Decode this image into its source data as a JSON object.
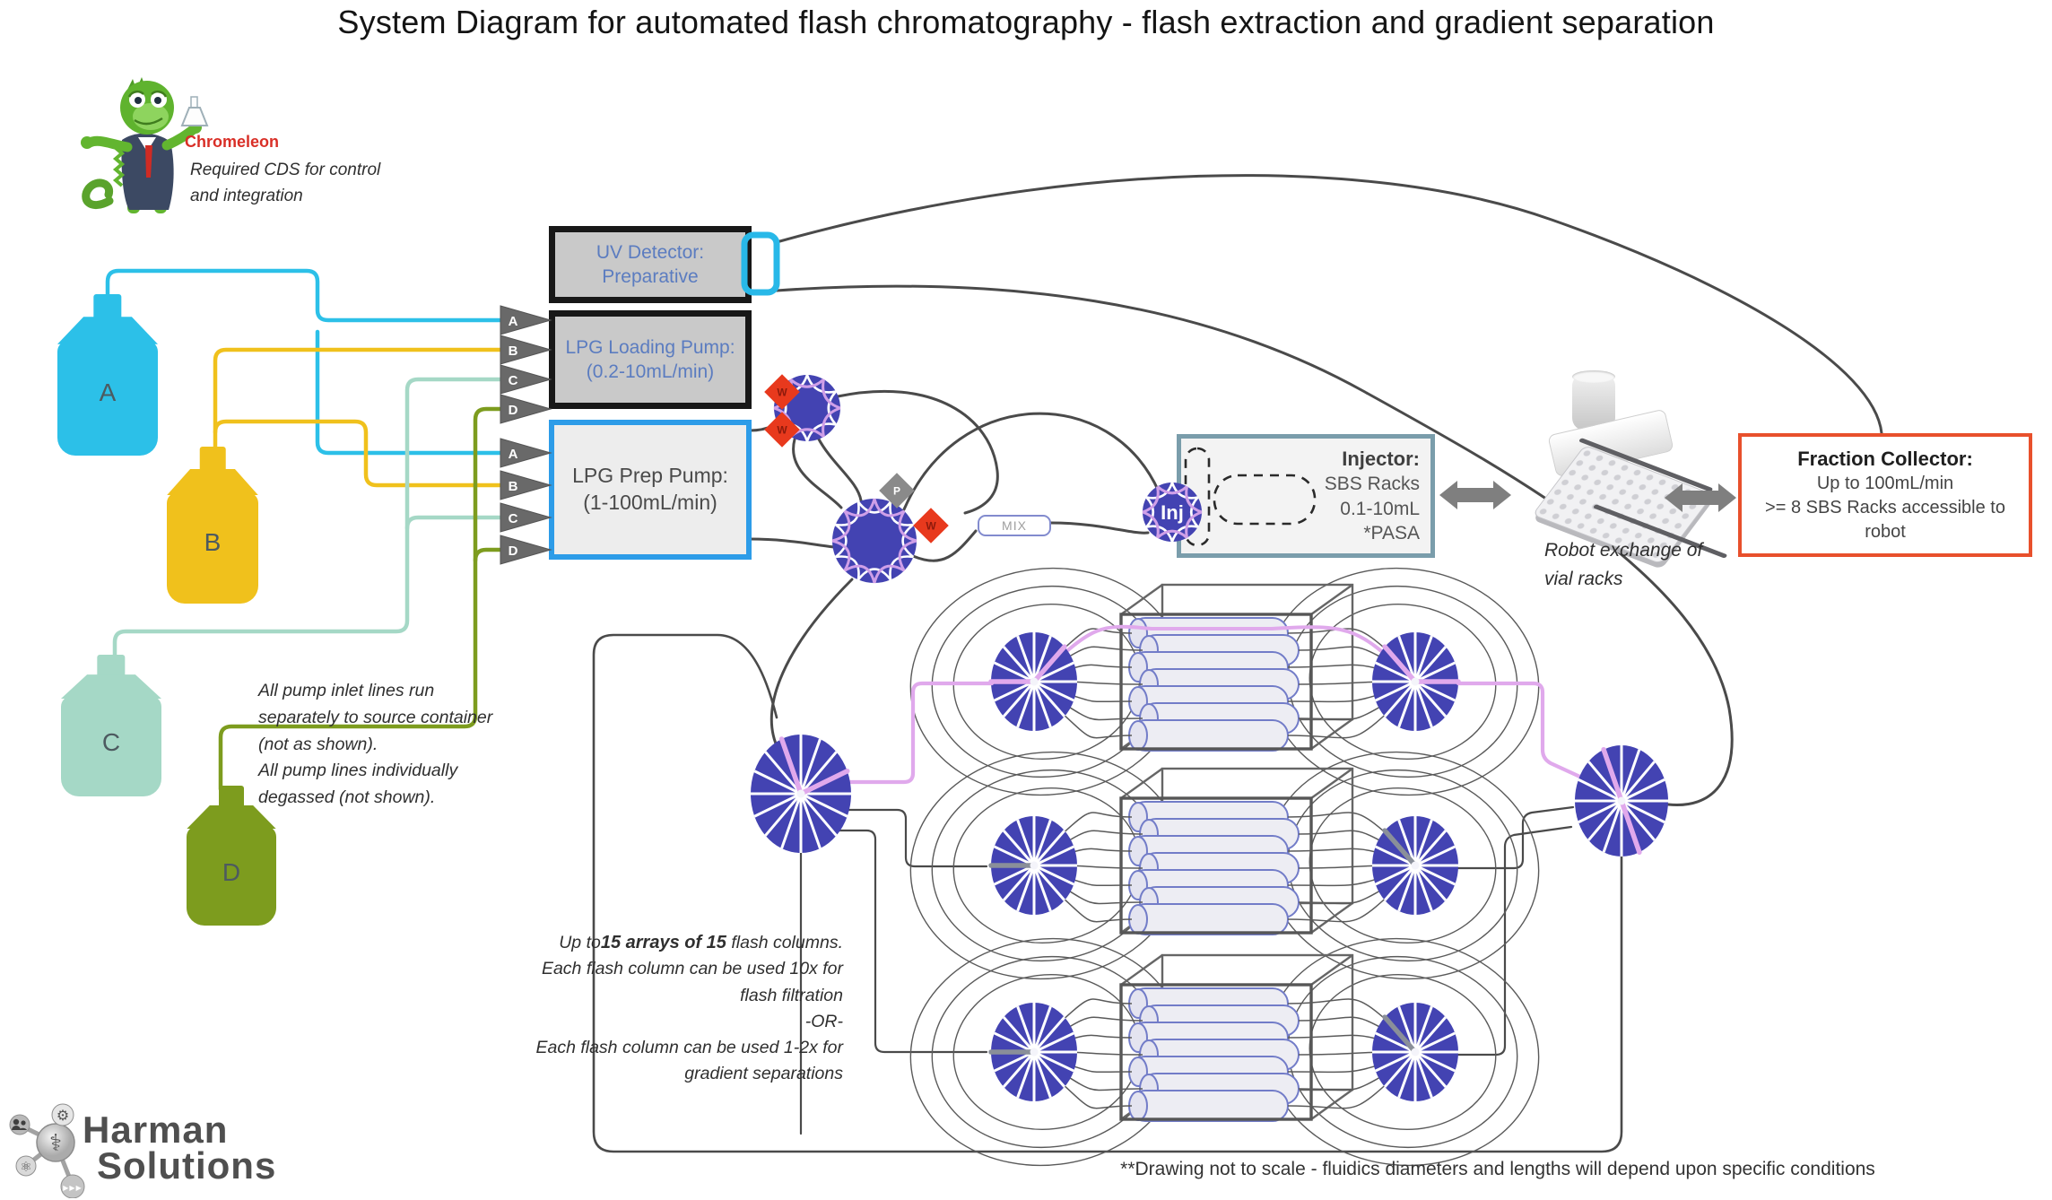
{
  "title": "System Diagram for automated flash chromatography - flash extraction and gradient separation",
  "chromeleon": {
    "brand": "Chromeleon",
    "note": [
      "Required CDS for control",
      "and integration"
    ]
  },
  "bottles": [
    {
      "label": "A",
      "color": "#2cc0e8"
    },
    {
      "label": "B",
      "color": "#f0c11c"
    },
    {
      "label": "C",
      "color": "#a5d8c6"
    },
    {
      "label": "D",
      "color": "#7d9c1e"
    }
  ],
  "inlet_letters": [
    "A",
    "B",
    "C",
    "D"
  ],
  "devices": {
    "uv": {
      "lines": [
        "UV Detector:",
        "Preparative"
      ]
    },
    "loading_pump": {
      "lines": [
        "LPG Loading Pump:",
        "(0.2-10mL/min)"
      ]
    },
    "prep_pump": {
      "lines": [
        "LPG Prep Pump:",
        "(1-100mL/min)"
      ]
    },
    "mix": "MIX",
    "injector": {
      "title": "Injector:",
      "lines": [
        "SBS Racks",
        "0.1-10mL",
        "*PASA"
      ]
    },
    "fraction_collector": {
      "title": "Fraction Collector:",
      "lines": [
        "Up to 100mL/min",
        ">= 8 SBS Racks accessible to robot"
      ]
    },
    "inj_valve": "Inj",
    "waste": "W",
    "pump_marker": "P"
  },
  "annotations": {
    "pump_note": [
      "All pump inlet lines run",
      "separately to source container",
      "(not as shown).",
      "All pump lines individually",
      "degassed (not shown)."
    ],
    "array_note": {
      "pre": "Up to",
      "bold": "15 arrays of 15",
      "post": " flash columns."
    },
    "array_note_lines": [
      "Each flash column can be used 10x for",
      "flash filtration",
      "-OR-",
      "Each flash column can be used 1-2x for",
      "gradient separations"
    ],
    "robot_note": [
      "Robot exchange of",
      "vial racks"
    ],
    "disclaimer": "**Drawing not to scale - fluidics diameters and lengths will depend upon specific conditions"
  },
  "logo": {
    "line1": "Harman",
    "line2": "Solutions"
  },
  "colors": {
    "tube": "#4a4a4a",
    "thin": "#5a5a5a",
    "pink_path": "#e0a9ec",
    "lavender": "#cf9fe8",
    "valve_blue": "#4343b2",
    "waste_red": "#e8391d",
    "marker_gray": "#8a8a8a",
    "inlet_arrow": "#696969",
    "flow_cell_cyan": "#28b8e8",
    "box_border_dark": "#181818",
    "box_gray": "#c9c9c9",
    "pump_text_blue": "#5b7cc0",
    "prep_border": "#2d9ce8",
    "injector_border": "#7a9dab",
    "fraction_collector_border": "#e8502c",
    "column_stroke": "#727cc8",
    "column_fill": "#ededf3",
    "bottle_a": "#2cc0e8",
    "bottle_b": "#f0c11c",
    "bottle_c": "#a5d8c6",
    "bottle_d": "#7d9c1e",
    "brand_red": "#d92f27",
    "logo_gray": "#4f4f4f"
  }
}
